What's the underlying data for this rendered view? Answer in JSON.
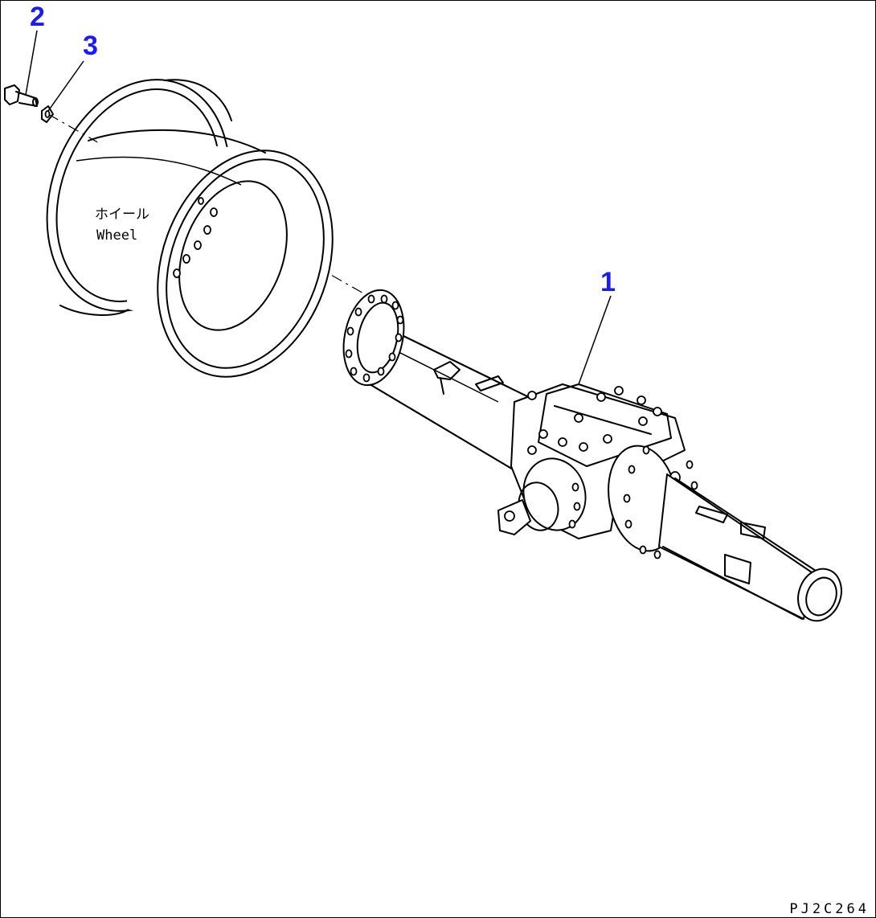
{
  "callouts": [
    {
      "id": "axle",
      "number": "1"
    },
    {
      "id": "bolt",
      "number": "2"
    },
    {
      "id": "washer",
      "number": "3"
    }
  ],
  "wheel_label": {
    "japanese": "ホイール",
    "english": "Wheel"
  },
  "drawing_code": "PJ2C264",
  "colors": {
    "callout": "#1a1aff",
    "line": "#000000",
    "background": "#ffffff"
  }
}
